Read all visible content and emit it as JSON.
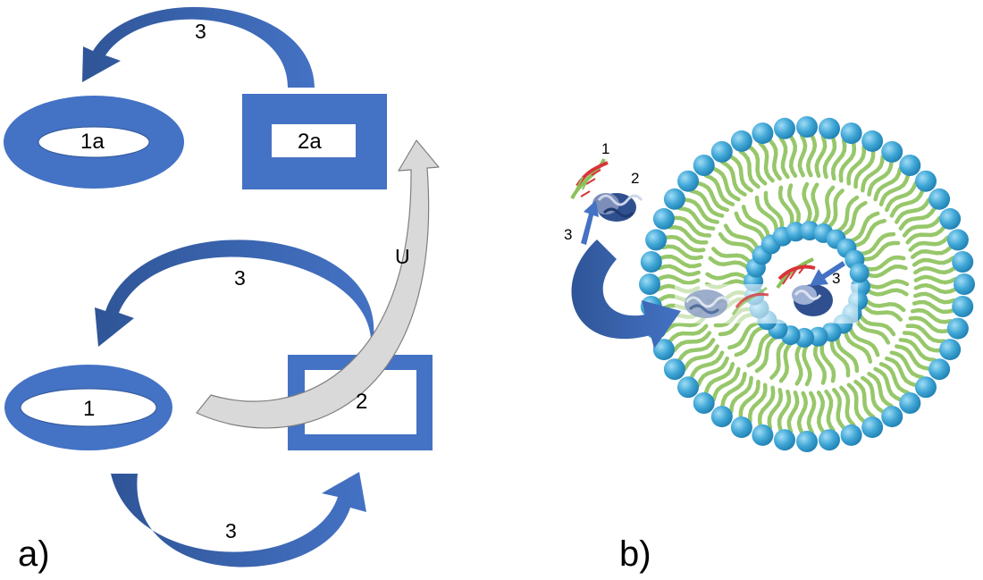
{
  "panel_a": {
    "label": "a)",
    "node_1a": "1a",
    "node_2a": "2a",
    "node_1": "1",
    "node_2": "2",
    "arrow_top_label": "3",
    "arrow_middle_label": "3",
    "arrow_bottom_label": "3",
    "arrow_u_label": "U"
  },
  "panel_b": {
    "label": "b)",
    "component_1_label": "1",
    "component_2_label": "2",
    "arrow_outside_label": "3",
    "arrow_inside_label": "3"
  },
  "colors": {
    "shape_blue": "#4472c4",
    "shape_blue_dark": "#2f5597",
    "arrow_grey": "#d9d9d9",
    "lipid_head": "#3fa6d6",
    "lipid_tail": "#8cc15a"
  }
}
